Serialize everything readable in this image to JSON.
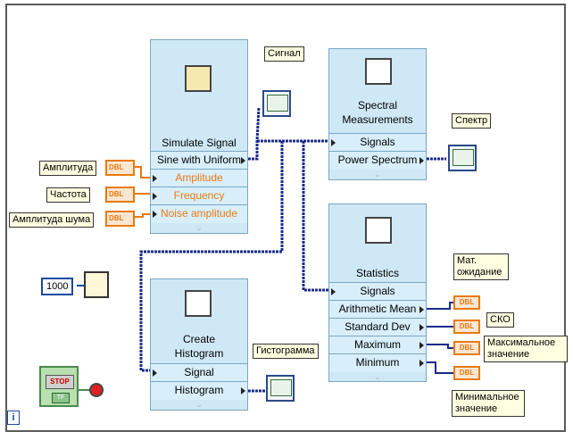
{
  "nodes": {
    "simulate": {
      "title": "Simulate Signal",
      "terms": [
        "Sine with Uniform",
        "Amplitude",
        "Frequency",
        "Noise amplitude"
      ]
    },
    "spectral": {
      "title_line1": "Spectral",
      "title_line2": "Measurements",
      "terms": [
        "Signals",
        "Power Spectrum"
      ]
    },
    "statistics": {
      "title": "Statistics",
      "terms": [
        "Signals",
        "Arithmetic Mean",
        "Standard Dev",
        "Maximum",
        "Minimum"
      ]
    },
    "histogram": {
      "title_line1": "Create",
      "title_line2": "Histogram",
      "terms": [
        "Signal",
        "Histogram"
      ]
    }
  },
  "input_labels": {
    "amplitude": "Амплитуда",
    "frequency": "Частота",
    "noise": "Амплитуда шума"
  },
  "dbl_text": "DBL",
  "output_labels": {
    "signal": "Сигнал",
    "spectrum": "Спектр",
    "histogram": "Гистограмма",
    "mean_line1": "Мат.",
    "mean_line2": "ожидание",
    "sko": "СКО",
    "max_line1": "Максимальное",
    "max_line2": "значение",
    "min_line1": "Минимальное",
    "min_line2": "значение"
  },
  "wait_constant": "1000",
  "stop": {
    "button": "STOP",
    "tf": "TF"
  },
  "info_icon": "i",
  "icons": {
    "simulate": "signal-generator-icon",
    "spectral": "fft-icon",
    "statistics": "distribution-icon",
    "histogram": "bar-histogram-icon",
    "graph": "waveform-graph-icon",
    "wait": "metronome-icon"
  },
  "colors": {
    "wire_signal": "#1a2a8a",
    "wire_orange": "#e87a10",
    "wire_blue": "#1a4aa0",
    "node_bg": "#cfe8f6"
  }
}
